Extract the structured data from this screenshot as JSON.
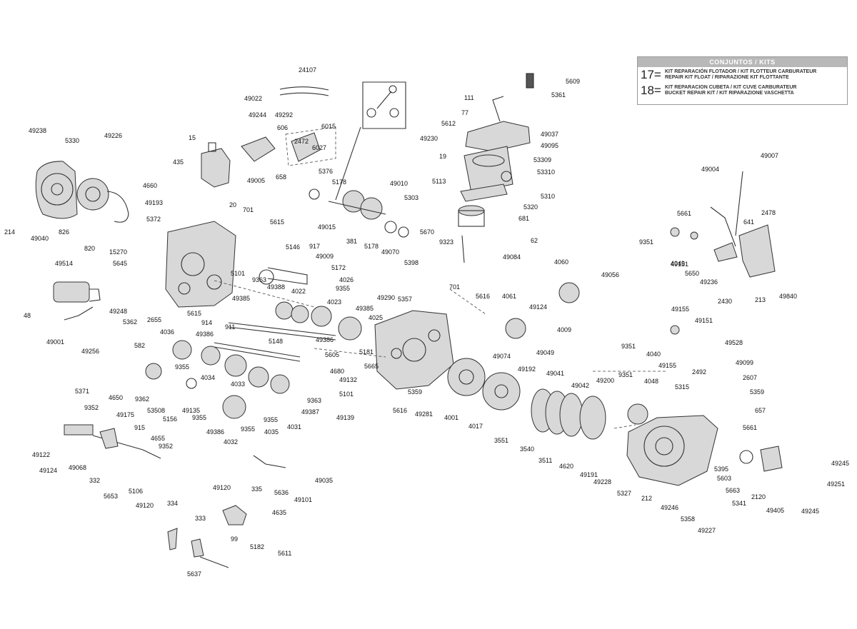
{
  "kits": {
    "title": "CONJUNTOS  /  KITS",
    "rows": [
      {
        "num": "17=",
        "line1": "KIT REPARACIÓN FLOTADOR / KIT FLOTTEUR CARBURATEUR",
        "line2": "REPAIR KIT FLOAT / RIPARAZIONE KIT FLOTTANTE"
      },
      {
        "num": "18=",
        "line1": "KIT REPARACION CUBETA / KIT CUVE CARBURATEUR",
        "line2": "BUCKET REPAIR KIT / KIT RIPARAZIONE VASCHETTA"
      }
    ]
  },
  "labels": [
    "24107",
    "49022",
    "49244",
    "49292",
    "6015",
    "606",
    "2472",
    "6027",
    "15",
    "49005",
    "658",
    "435",
    "20",
    "4660",
    "49193",
    "5372",
    "701",
    "49238",
    "5330",
    "49226",
    "214",
    "49040",
    "826",
    "820",
    "5376",
    "5178",
    "49010",
    "5303",
    "49015",
    "381",
    "5178",
    "49070",
    "5398",
    "111",
    "5609",
    "5361",
    "77",
    "5612",
    "49037",
    "49230",
    "49095",
    "53309",
    "19",
    "53310",
    "5113",
    "5310",
    "5320",
    "681",
    "5670",
    "9323",
    "62",
    "49084",
    "49007",
    "49004",
    "5661",
    "2478",
    "641",
    "9351",
    "4049",
    "49151",
    "5650",
    "49236",
    "2430",
    "213",
    "49840",
    "5615",
    "15270",
    "5146",
    "917",
    "49009",
    "5645",
    "5101",
    "9363",
    "49388",
    "5172",
    "4026",
    "49514",
    "49248",
    "5362",
    "2655",
    "5615",
    "49385",
    "4022",
    "9355",
    "4023",
    "49385",
    "4025",
    "48",
    "49001",
    "49256",
    "911",
    "5148",
    "49386",
    "4036",
    "49386",
    "914",
    "582",
    "9355",
    "4034",
    "4033",
    "49387",
    "9363",
    "5605",
    "4680",
    "5101",
    "49139",
    "9362",
    "53508",
    "5156",
    "49135",
    "9355",
    "49386",
    "9355",
    "4035",
    "9355",
    "4031",
    "4032",
    "49290",
    "5357",
    "701",
    "5616",
    "4061",
    "49124",
    "5181",
    "5665",
    "49132",
    "5359",
    "5616",
    "49281",
    "4001",
    "49074",
    "4017",
    "49192",
    "49041",
    "4060",
    "49056",
    "4009",
    "49049",
    "5371",
    "9352",
    "4650",
    "49175",
    "915",
    "4655",
    "9352",
    "49122",
    "49124",
    "49068",
    "332",
    "5653",
    "5106",
    "49120",
    "334",
    "333",
    "5637",
    "49120",
    "99",
    "4635",
    "5182",
    "5611",
    "335",
    "5636",
    "49101",
    "49035",
    "3551",
    "3540",
    "49042",
    "3511",
    "4620",
    "49200",
    "49191",
    "49228",
    "9351",
    "49155",
    "4048",
    "5315",
    "2492",
    "49528",
    "49099",
    "2607",
    "5359",
    "657",
    "49155",
    "4040",
    "49151",
    "9351",
    "5327",
    "212",
    "49246",
    "5358",
    "49227",
    "5661",
    "5395",
    "5603",
    "5663",
    "5341",
    "2120",
    "49405",
    "49245",
    "49251",
    "49245"
  ]
}
